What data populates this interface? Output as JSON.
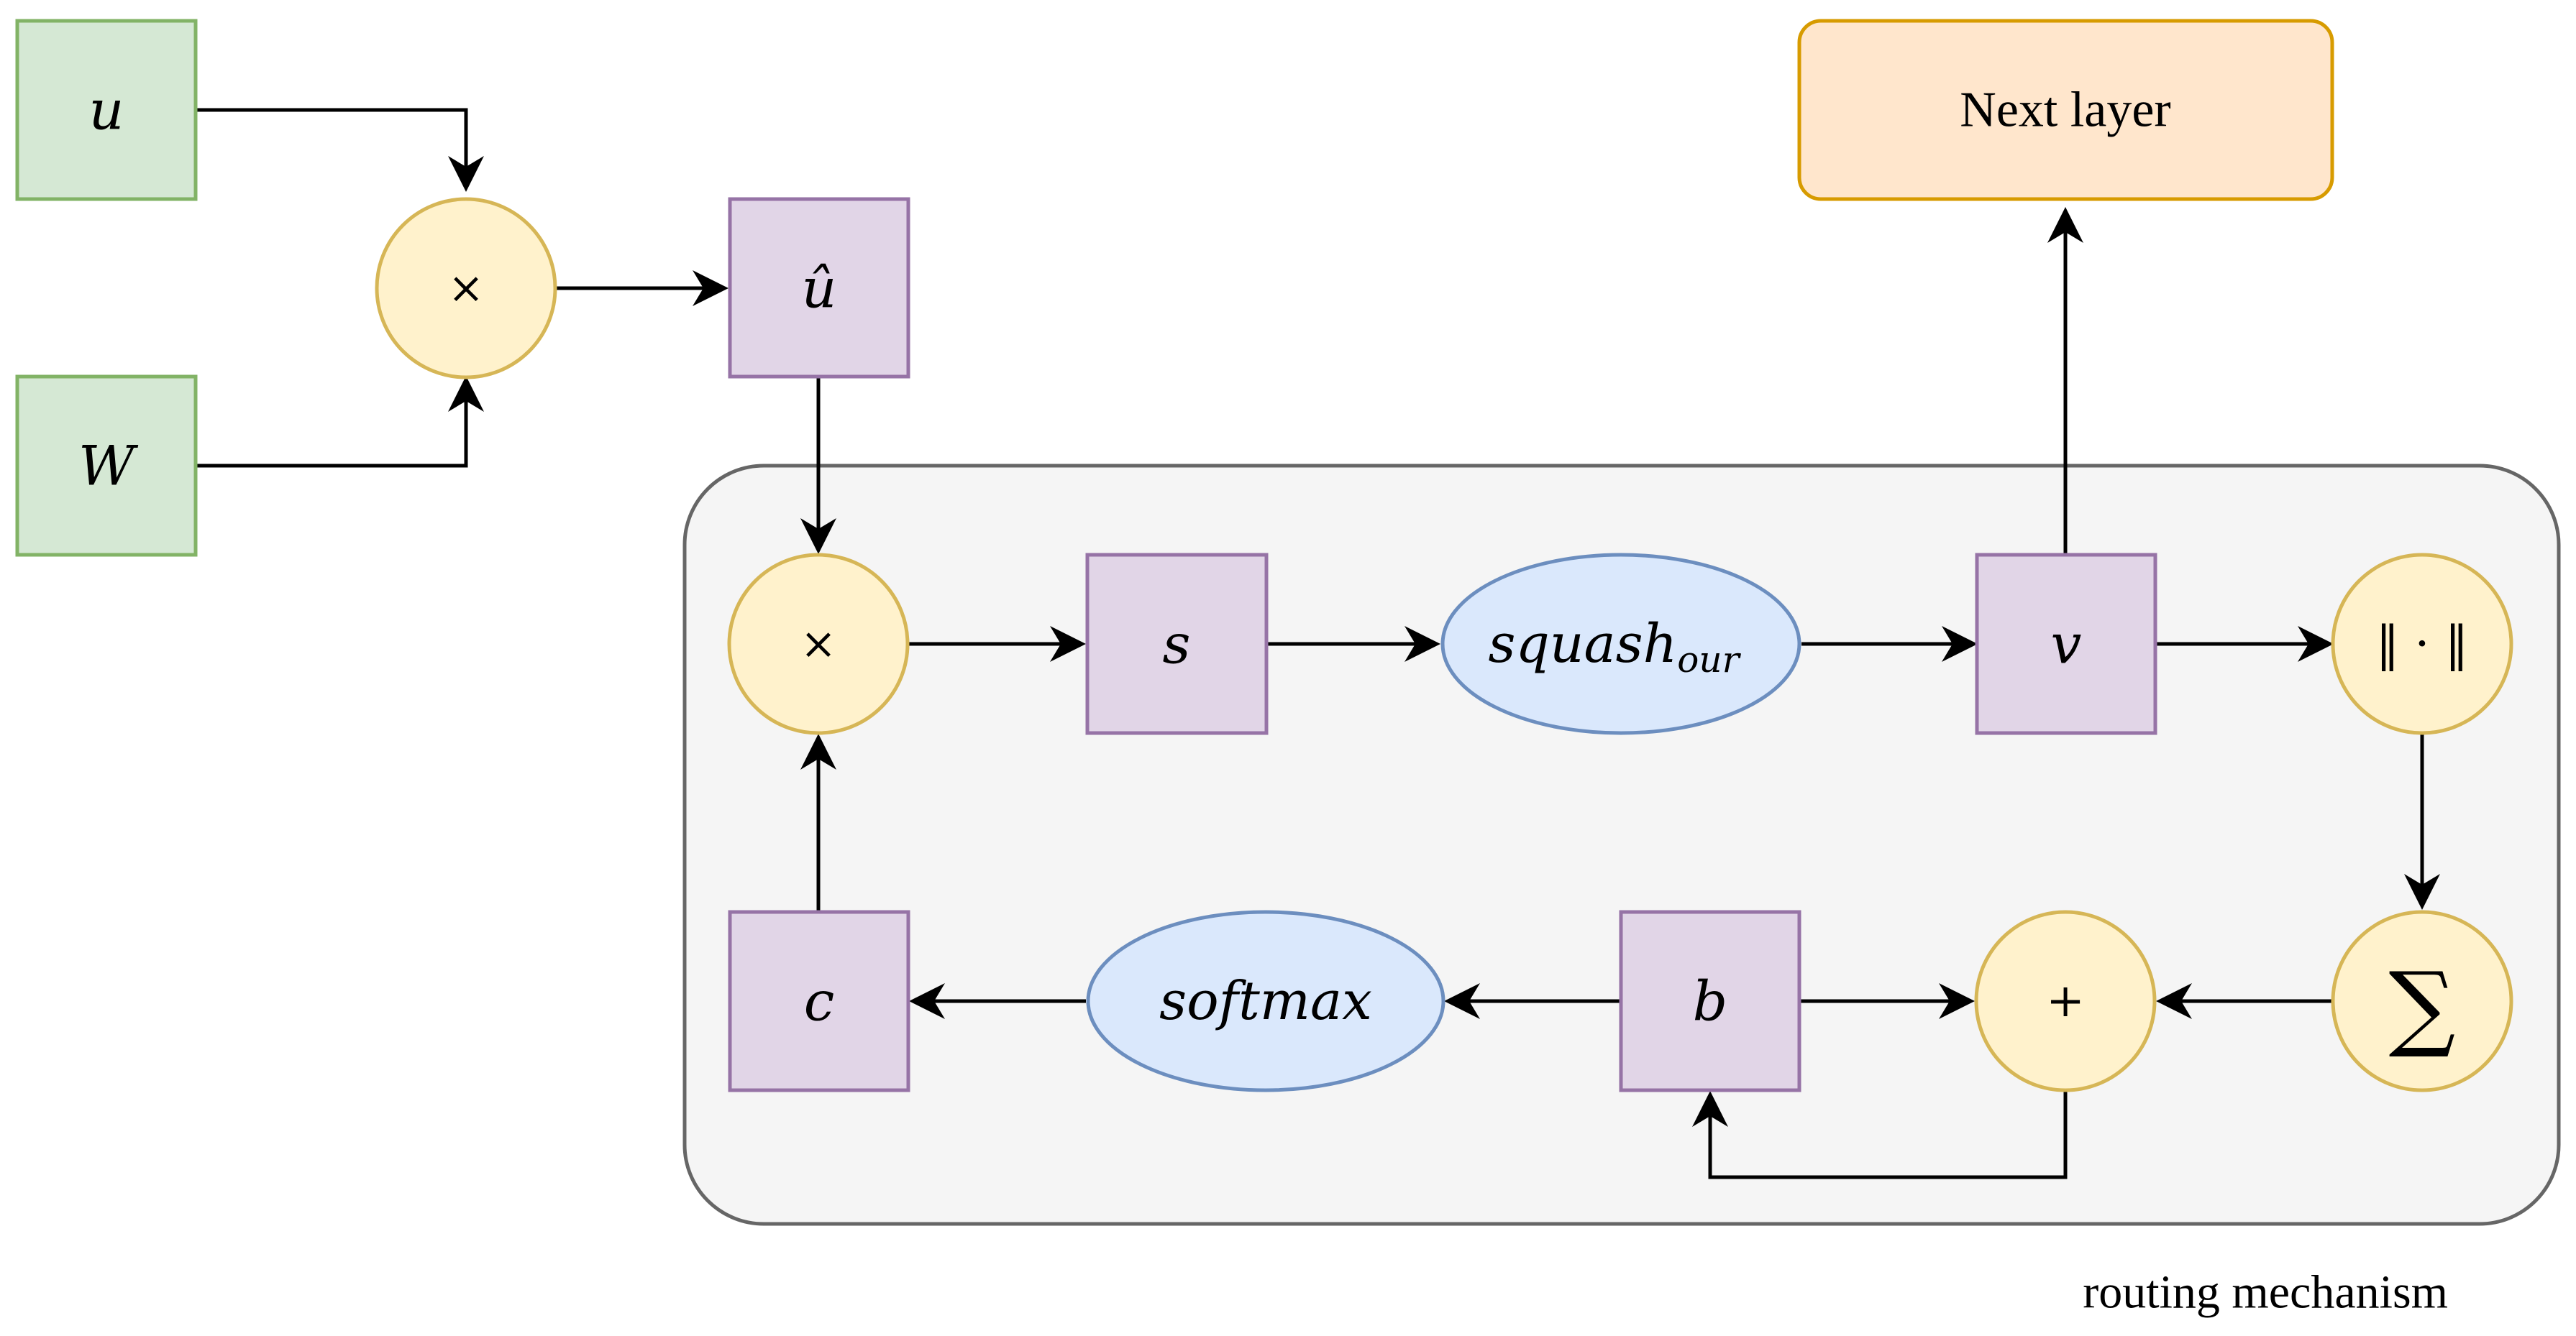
{
  "nodes": {
    "u": {
      "label": "u"
    },
    "W": {
      "label": "W"
    },
    "mult_top": {
      "label": "×"
    },
    "u_hat": {
      "label": "û"
    },
    "mult_inner": {
      "label": "×"
    },
    "s": {
      "label": "s"
    },
    "squash": {
      "label": "squash",
      "subscript": "our"
    },
    "v": {
      "label": "v"
    },
    "norm": {
      "label": "‖ · ‖"
    },
    "next_layer": {
      "label": "Next layer"
    },
    "sum": {
      "label": "∑"
    },
    "plus": {
      "label": "+"
    },
    "b": {
      "label": "b"
    },
    "softmax": {
      "label": "softmax"
    },
    "c": {
      "label": "c"
    }
  },
  "group_label": "routing mechanism",
  "colors": {
    "input_fill": "#d5e8d4",
    "input_stroke": "#82b366",
    "op_fill": "#fff2cc",
    "op_stroke": "#d6b656",
    "var_fill": "#e1d5e7",
    "var_stroke": "#9673a6",
    "fn_fill": "#dae8fc",
    "fn_stroke": "#6c8ebf",
    "out_fill": "#ffe6cc",
    "out_stroke": "#d79b00",
    "group_fill": "#f5f5f5",
    "group_stroke": "#666666"
  }
}
